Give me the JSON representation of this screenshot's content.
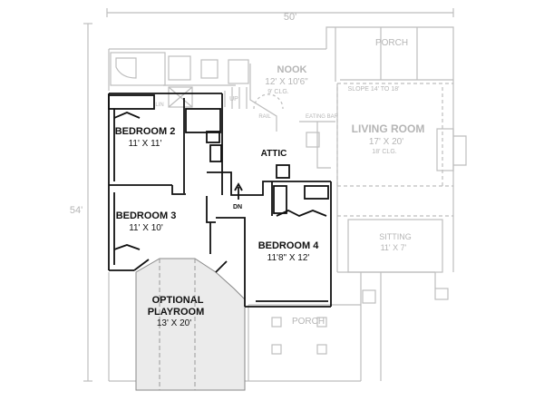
{
  "plan": {
    "dims": {
      "width": "50'",
      "depth": "54'"
    },
    "rooms": {
      "porch_top": {
        "name": "PORCH"
      },
      "nook": {
        "name": "NOOK",
        "size": "12' X 10'6\"",
        "note": "9' CLG."
      },
      "living": {
        "name": "LIVING ROOM",
        "size": "17' X 20'",
        "note": "18' CLG."
      },
      "slope": "SLOPE 14' TO 18'",
      "eating_bar": "EATING BAR",
      "rail": "RAIL",
      "up": "UP",
      "lin": "LIN",
      "dn": "DN",
      "attic": "ATTIC",
      "bed2": {
        "name": "BEDROOM 2",
        "size": "11' X 11'"
      },
      "bed3": {
        "name": "BEDROOM 3",
        "size": "11' X 10'"
      },
      "bed4": {
        "name": "BEDROOM 4",
        "size": "11'8\" X 12'"
      },
      "sitting": {
        "name": "SITTING",
        "size": "11' X 7'"
      },
      "playroom": {
        "line1": "OPTIONAL",
        "line2": "PLAYROOM",
        "size": "13' X 20'"
      },
      "porch_bottom": {
        "name": "PORCH"
      }
    }
  }
}
